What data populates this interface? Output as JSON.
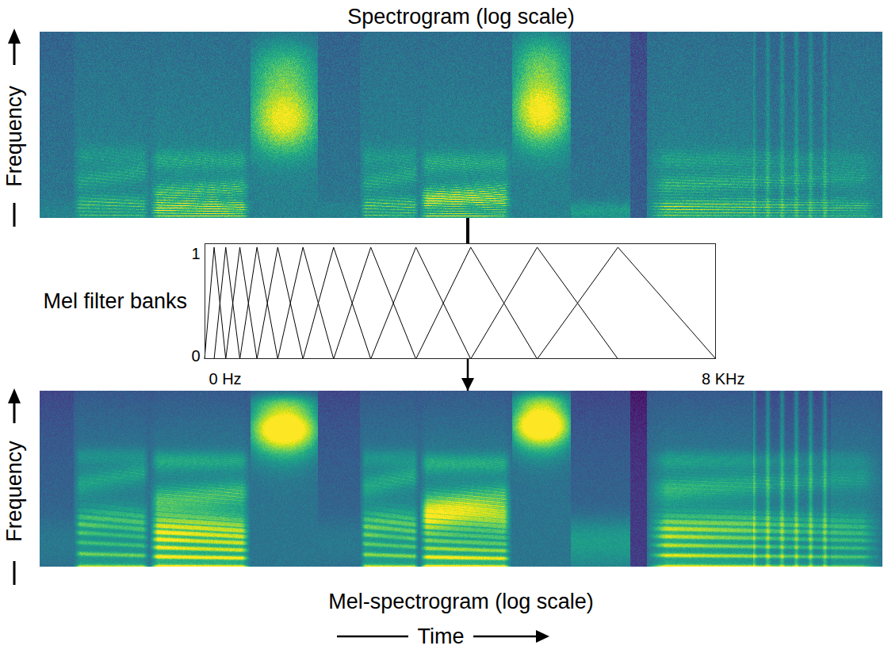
{
  "diagram": {
    "nodes": [
      {
        "text": [
          "Spectrogram (log scale)"
        ]
      },
      {
        "text": [
          "Mel filter banks"
        ]
      },
      {
        "text": [
          "Mel-spectrogram (log scale)"
        ]
      }
    ],
    "edges": [
      {
        "from": 0,
        "to": 1,
        "arrow": "none"
      },
      {
        "from": 1,
        "to": 2,
        "arrow": "to"
      }
    ],
    "labels": [
      "Frequency",
      "1",
      "0",
      "0 Hz",
      "8 KHz",
      "Frequency",
      "Time"
    ]
  }
}
